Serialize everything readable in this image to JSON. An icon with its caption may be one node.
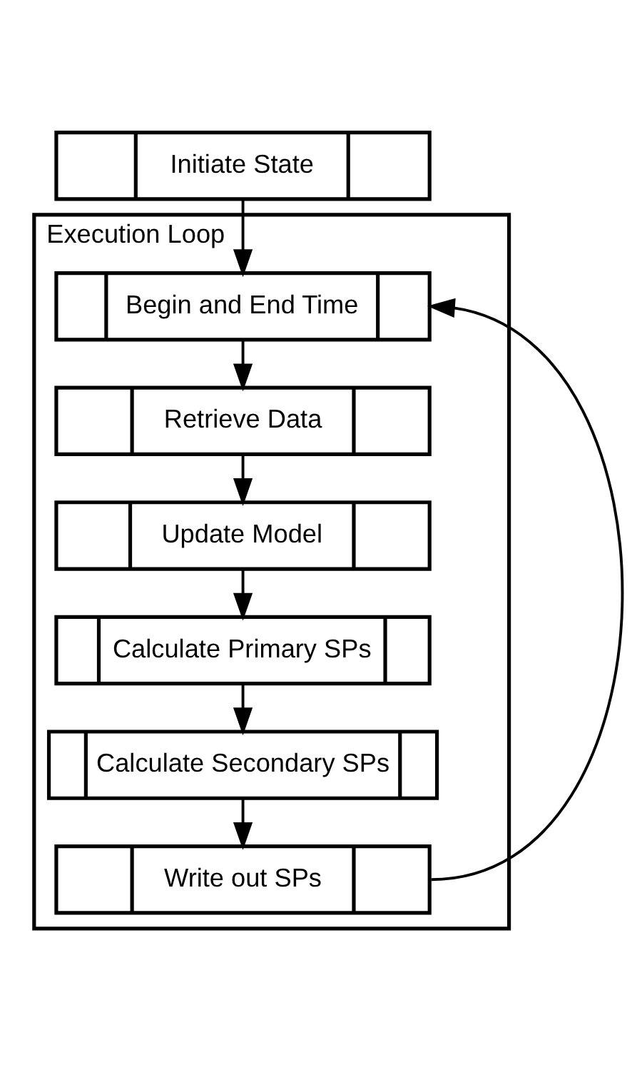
{
  "diagram": {
    "nodes": [
      {
        "text": [
          "Initiate State"
        ]
      },
      {
        "text": [
          "Execution Loop"
        ]
      },
      {
        "text": [
          "Begin and End Time"
        ],
        "in": 1
      },
      {
        "text": [
          "Retrieve Data"
        ],
        "in": 1
      },
      {
        "text": [
          "Update Model"
        ],
        "in": 1
      },
      {
        "text": [
          "Calculate Primary SPs"
        ],
        "in": 1
      },
      {
        "text": [
          "Calculate Secondary SPs"
        ],
        "in": 1
      },
      {
        "text": [
          "Write out SPs"
        ],
        "in": 1
      }
    ],
    "edges": [
      {
        "from": 0,
        "to": 2,
        "arrow": "to"
      },
      {
        "from": 2,
        "to": 3,
        "arrow": "to"
      },
      {
        "from": 3,
        "to": 4,
        "arrow": "to"
      },
      {
        "from": 4,
        "to": 5,
        "arrow": "to"
      },
      {
        "from": 5,
        "to": 6,
        "arrow": "to"
      },
      {
        "from": 6,
        "to": 7,
        "arrow": "to"
      },
      {
        "from": 7,
        "to": 2,
        "arrow": "to"
      }
    ]
  }
}
